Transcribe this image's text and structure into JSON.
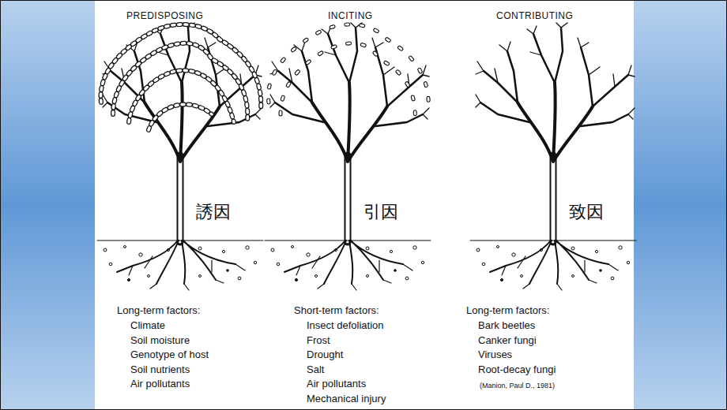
{
  "diagram": {
    "labels": [
      "PREDISPOSING",
      "INCITING",
      "CONTRIBUTING",
      "誘因",
      "引因",
      "致因",
      "Long-term factors:",
      "Climate",
      "Soil moisture",
      "Genotype of host",
      "Soil nutrients",
      "Air pollutants",
      "Short-term factors:",
      "Insect defoliation",
      "Frost",
      "Drought",
      "Salt",
      "Air pollutants",
      "Mechanical injury",
      "Long-term factors:",
      "Bark beetles",
      "Canker fungi",
      "Viruses",
      "Root-decay fungi",
      "(Manion, Paul D., 1981)"
    ]
  }
}
